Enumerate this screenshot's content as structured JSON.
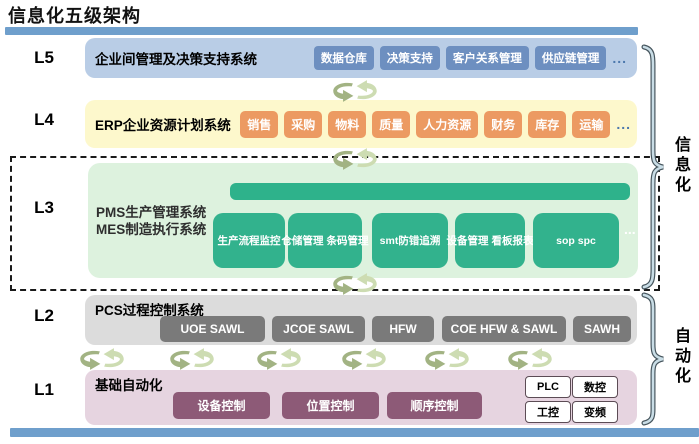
{
  "page": {
    "title": "信息化五级架构"
  },
  "side_labels": {
    "top": "信息化",
    "bottom": "自动化"
  },
  "levels": [
    {
      "label": "L5",
      "title": "企业间管理及决策支持系统",
      "badges": [
        "数据仓库",
        "决策支持",
        "客户关系管理",
        "供应链管理"
      ],
      "more": "..."
    },
    {
      "label": "L4",
      "title": "ERP企业资源计划系统",
      "badges": [
        "销售",
        "采购",
        "物料",
        "质量",
        "人力资源",
        "财务",
        "库存",
        "运输"
      ],
      "more": "..."
    },
    {
      "label": "L3",
      "title_line1": "PMS生产管理系统",
      "title_line2": "MES制造执行系统",
      "badges": [
        "生产流程监控",
        "仓储管理 条码管理",
        "smt防错追溯",
        "设备管理 看板报表",
        "sop spc"
      ],
      "more": "..."
    },
    {
      "label": "L2",
      "title": "PCS过程控制系统",
      "badges": [
        "UOE SAWL",
        "JCOE SAWL",
        "HFW",
        "COE HFW & SAWL",
        "SAWH"
      ]
    },
    {
      "label": "L1",
      "title": "基础自动化",
      "badges": [
        "设备控制",
        "位置控制",
        "顺序控制"
      ],
      "chips": [
        "PLC",
        "数控",
        "工控",
        "变频"
      ]
    }
  ],
  "colors": {
    "divider_bar": "#6f9fcc",
    "l5_bg": "#b9cde6",
    "l5_badge": "#6d8fc0",
    "l4_bg": "#fdf8cc",
    "l4_badge": "#ec9a62",
    "l3_bg": "#ddf2de",
    "l3_badge": "#32b28d",
    "l2_bg": "#dcdcdc",
    "l2_badge": "#7a7a7a",
    "l1_bg": "#e6d4e0",
    "l1_badge": "#8d5a77",
    "arrow_dark": "#a2b383",
    "arrow_light": "#cddcb2"
  }
}
